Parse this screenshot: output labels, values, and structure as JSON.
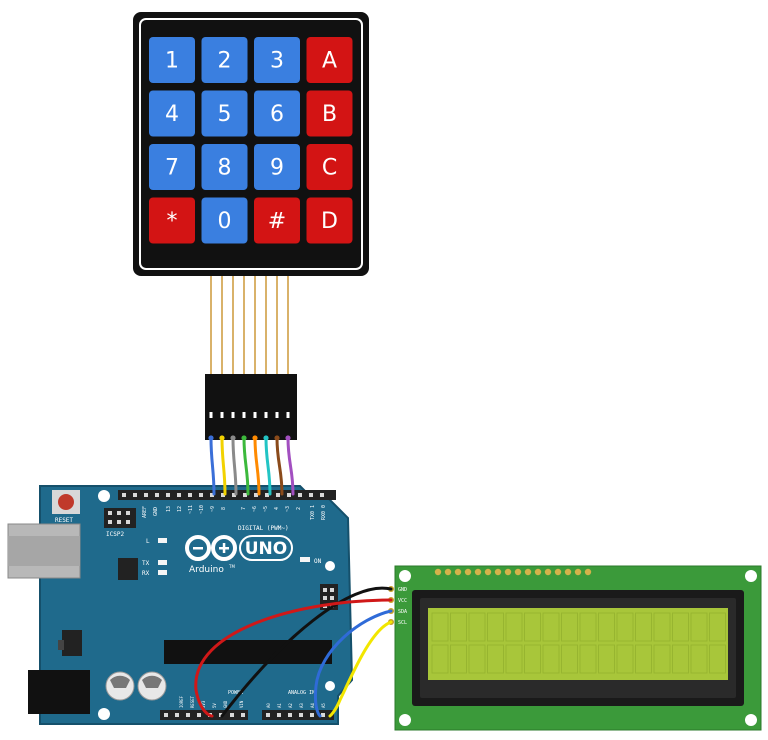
{
  "keypad": {
    "rows": [
      [
        {
          "label": "1",
          "color": "blue"
        },
        {
          "label": "2",
          "color": "blue"
        },
        {
          "label": "3",
          "color": "blue"
        },
        {
          "label": "A",
          "color": "red"
        }
      ],
      [
        {
          "label": "4",
          "color": "blue"
        },
        {
          "label": "5",
          "color": "blue"
        },
        {
          "label": "6",
          "color": "blue"
        },
        {
          "label": "B",
          "color": "red"
        }
      ],
      [
        {
          "label": "7",
          "color": "blue"
        },
        {
          "label": "8",
          "color": "blue"
        },
        {
          "label": "9",
          "color": "blue"
        },
        {
          "label": "C",
          "color": "red"
        }
      ],
      [
        {
          "label": "*",
          "color": "red"
        },
        {
          "label": "0",
          "color": "blue"
        },
        {
          "label": "#",
          "color": "red"
        },
        {
          "label": "D",
          "color": "red"
        }
      ]
    ]
  },
  "arduino": {
    "reset_label": "RESET",
    "icsp2_label": "ICSP2",
    "aref_label": "AREF",
    "gnd_label": "GND",
    "digital_label": "DIGITAL (PWM~)",
    "brand_label": "Arduino",
    "tm_label": "TM",
    "model_label": "UNO",
    "on_label": "ON",
    "l_label": "L",
    "tx_label": "TX",
    "rx_label": "RX",
    "power_label": "POWER",
    "analog_label": "ANALOG IN",
    "tx_pin_label": "TX0 1",
    "rx_pin_label": "RX0 0",
    "pin_13": "13",
    "pin_12": "12",
    "pin_11": "~11",
    "pin_10": "~10",
    "pin_9": "~9",
    "pin_8": "8",
    "pin_7": "7",
    "pin_6": "~6",
    "pin_5": "~5",
    "pin_4": "4",
    "pin_3": "~3",
    "pin_2": "2",
    "ioref_label": "IOREF",
    "reset_pin_label": "RESET",
    "v33_label": "3V3",
    "v5_label": "5V",
    "gnd_pin_label": "GND",
    "vin_label": "VIN",
    "a0": "A0",
    "a1": "A1",
    "a2": "A2",
    "a3": "A3",
    "a4": "A4",
    "a5": "A5"
  },
  "lcd": {
    "pin_gnd": "GND",
    "pin_vcc": "VCC",
    "pin_sda": "SDA",
    "pin_scl": "SCL",
    "screen_color": "#a8c63a"
  },
  "wires": {
    "colors": [
      "#3a6fd8",
      "#f2d200",
      "#8a8a8a",
      "#3cb93c",
      "#ff8a00",
      "#22c4c4",
      "#8a4a1a",
      "#a24fc0"
    ]
  }
}
